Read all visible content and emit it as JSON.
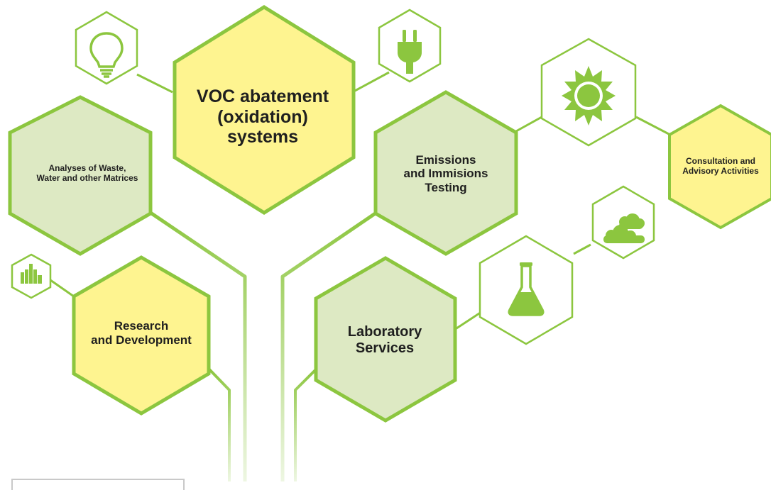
{
  "colors": {
    "accent": "#8cc63f",
    "yellow_fill": "#fef490",
    "green_fill": "#dde9c3",
    "icon_fill": "#8cc63f"
  },
  "hexagons": {
    "voc": {
      "label": "VOC abatement\n(oxidation) systems",
      "fill": "yellow"
    },
    "emissions": {
      "label": "Emissions\nand Immisions\nTesting",
      "fill": "green"
    },
    "analyses": {
      "label": "Analyses of Waste,\nWater and other Matrices",
      "fill": "green"
    },
    "consultation": {
      "label": "Consultation and\nAdvisory Activities",
      "fill": "yellow"
    },
    "research": {
      "label": "Research\nand Development",
      "fill": "yellow"
    },
    "laboratory": {
      "label": "Laboratory\nServices",
      "fill": "green"
    }
  },
  "icons": [
    "lightbulb-icon",
    "plug-icon",
    "sun-icon",
    "cloud-icon",
    "bar-chart-icon",
    "flask-icon"
  ]
}
